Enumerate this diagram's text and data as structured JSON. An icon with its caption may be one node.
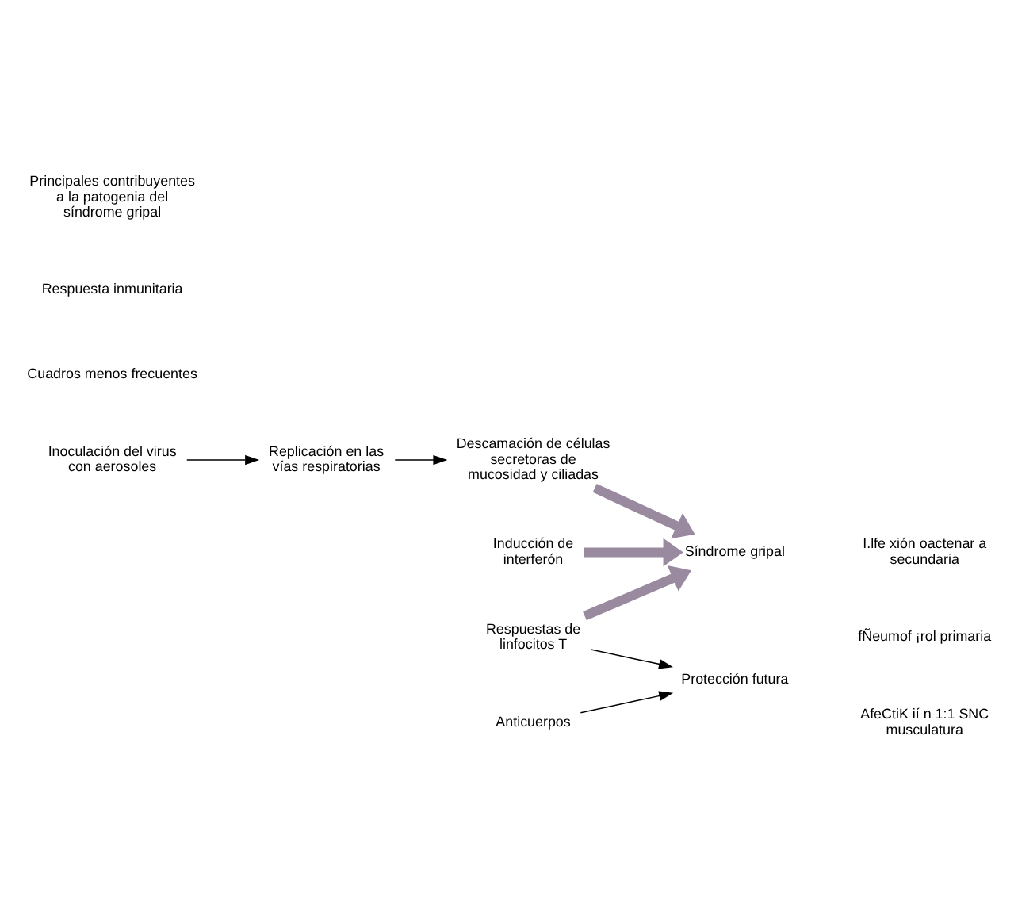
{
  "diagram": {
    "nodes": [
      {
        "text": [
          "Inoculación del virus con aerosoles"
        ]
      },
      {
        "text": [
          "Replicación en las vías respiratorias"
        ]
      },
      {
        "text": [
          "Descamación de células secretoras de mucosidad y ciliadas"
        ]
      },
      {
        "text": [
          "Síndrome gripal"
        ]
      },
      {
        "text": [
          "Respuestas de linfocitos T"
        ]
      },
      {
        "text": [
          "Inducción de interferón"
        ]
      },
      {
        "text": [
          "Anticuerpos"
        ]
      },
      {
        "text": [
          "Protección futura"
        ]
      }
    ],
    "edges": [
      {
        "from": 0,
        "to": 1,
        "arrow": "to"
      },
      {
        "from": 1,
        "to": 2,
        "arrow": "to"
      },
      {
        "from": 2,
        "to": 3,
        "arrow": "to",
        "style": "thick",
        "color": "#9a8aa0"
      },
      {
        "from": 4,
        "to": 3,
        "arrow": "to",
        "style": "thick",
        "color": "#9a8aa0"
      },
      {
        "from": 5,
        "to": 3,
        "arrow": "to",
        "style": "thick",
        "color": "#9a8aa0"
      },
      {
        "from": 6,
        "to": 7,
        "arrow": "to"
      },
      {
        "from": 4,
        "to": 7,
        "arrow": "to"
      }
    ],
    "labels": [
      "Principales contribuyentes a la patogenia del síndrome gripal",
      "Respuesta inmunitaria",
      "Cuadros menos frecuentes",
      "I.lfe xión oactenar a secundaria",
      "fÑeumof ¡rol primaria",
      "AfeCtiK ií n 1:1 SNC musculatura"
    ]
  }
}
